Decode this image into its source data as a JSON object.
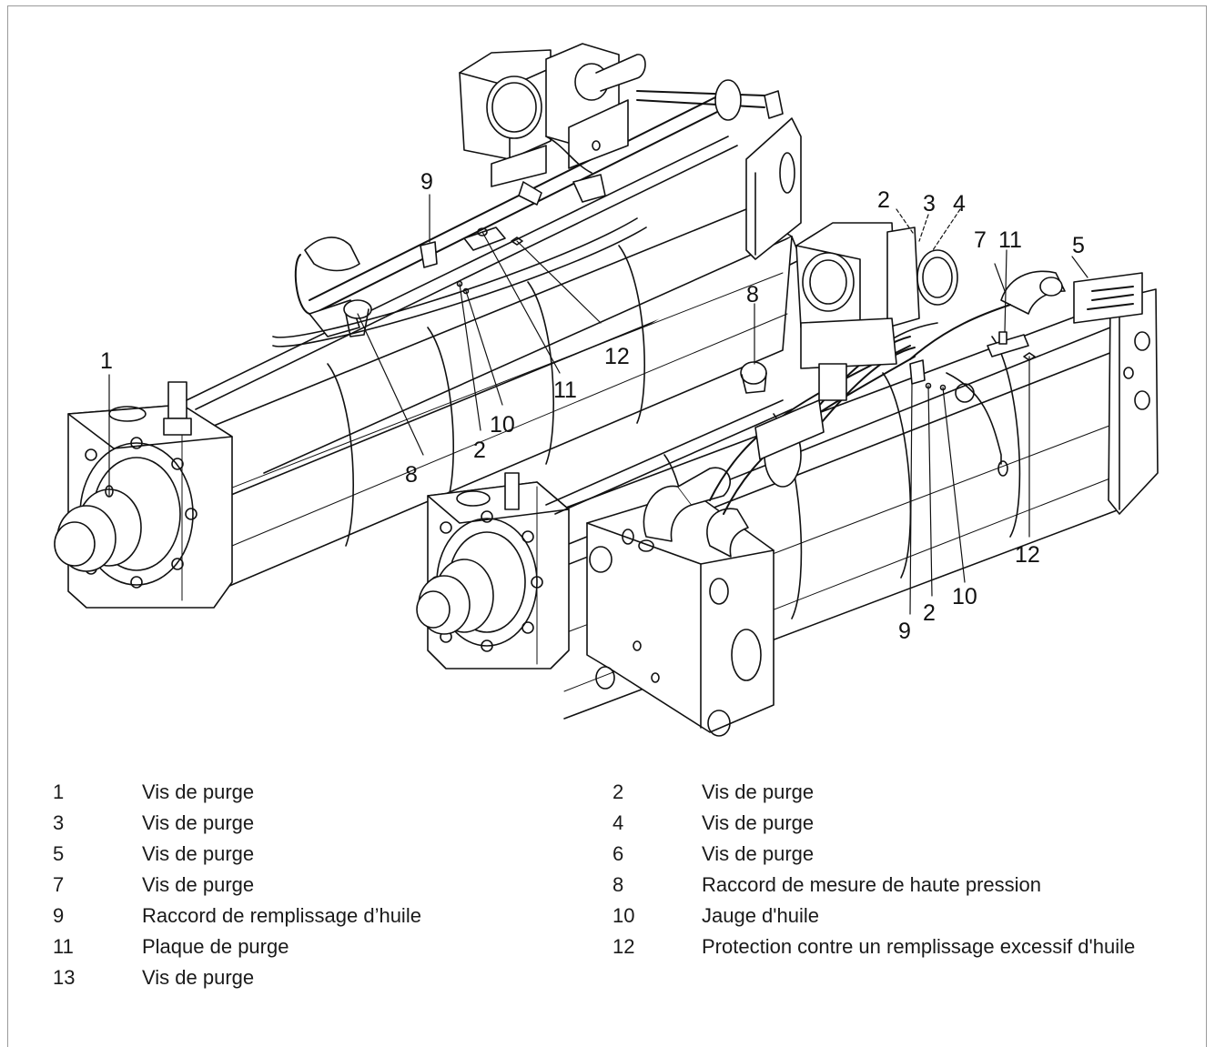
{
  "figure": {
    "callouts_left": [
      {
        "id": "c1",
        "text": "1"
      },
      {
        "id": "c9",
        "text": "9"
      },
      {
        "id": "c12",
        "text": "12"
      },
      {
        "id": "c11",
        "text": "11"
      },
      {
        "id": "c10",
        "text": "10"
      },
      {
        "id": "c2",
        "text": "2"
      },
      {
        "id": "c8",
        "text": "8"
      }
    ],
    "callouts_right": [
      {
        "id": "r2",
        "text": "2"
      },
      {
        "id": "r3",
        "text": "3"
      },
      {
        "id": "r4",
        "text": "4"
      },
      {
        "id": "r7",
        "text": "7"
      },
      {
        "id": "r11",
        "text": "11"
      },
      {
        "id": "r5",
        "text": "5"
      },
      {
        "id": "r8",
        "text": "8"
      },
      {
        "id": "r12",
        "text": "12"
      },
      {
        "id": "r10",
        "text": "10"
      },
      {
        "id": "r2b",
        "text": "2"
      },
      {
        "id": "r9",
        "text": "9"
      }
    ]
  },
  "legend": {
    "rows": [
      [
        {
          "num": "1",
          "text": "Vis de purge"
        },
        {
          "num": "2",
          "text": "Vis de purge"
        }
      ],
      [
        {
          "num": "3",
          "text": "Vis de purge"
        },
        {
          "num": "4",
          "text": "Vis de purge"
        }
      ],
      [
        {
          "num": "5",
          "text": "Vis de purge"
        },
        {
          "num": "6",
          "text": "Vis de purge"
        }
      ],
      [
        {
          "num": "7",
          "text": "Vis de purge"
        },
        {
          "num": "8",
          "text": "Raccord de mesure de haute pression"
        }
      ],
      [
        {
          "num": "9",
          "text": "Raccord de remplissage d’huile"
        },
        {
          "num": "10",
          "text": "Jauge d'huile"
        }
      ],
      [
        {
          "num": "11",
          "text": "Plaque de purge"
        },
        {
          "num": "12",
          "text": "Protection contre un remplissage excessif d'huile"
        }
      ],
      [
        {
          "num": "13",
          "text": "Vis de purge"
        },
        {
          "num": "",
          "text": ""
        }
      ]
    ]
  }
}
